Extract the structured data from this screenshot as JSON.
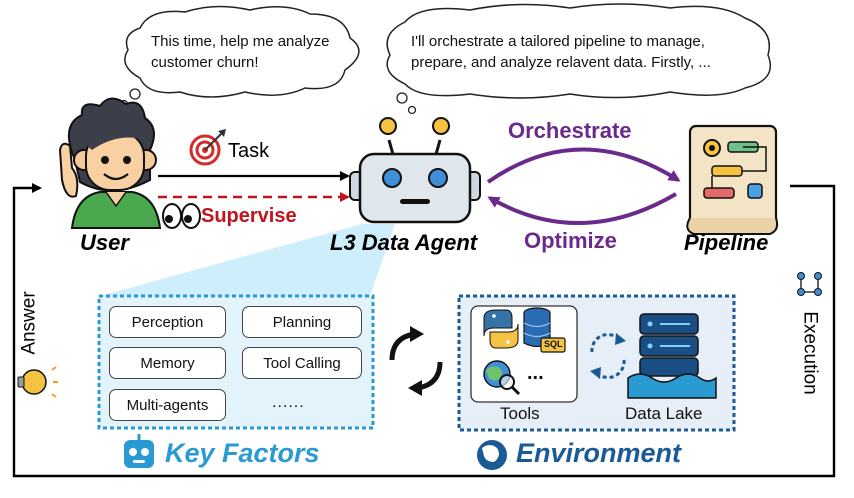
{
  "bubbles": {
    "user": [
      "This time, help me analyze",
      "customer churn!"
    ],
    "agent": [
      "I'll orchestrate a tailored pipeline to manage,",
      "prepare, and analyze relavent data. Firstly, ..."
    ]
  },
  "roles": {
    "user": "User",
    "agent": "L3 Data Agent",
    "pipeline": "Pipeline"
  },
  "edges": {
    "task": "Task",
    "supervise": "Supervise",
    "orchestrate": "Orchestrate",
    "optimize": "Optimize",
    "answer": "Answer",
    "execution": "Execution"
  },
  "key_factors": {
    "title": "Key Factors",
    "items": [
      "Perception",
      "Planning",
      "Memory",
      "Tool Calling",
      "Multi-agents",
      "......"
    ]
  },
  "environment": {
    "title": "Environment",
    "tools_label": "Tools",
    "lake_label": "Data Lake",
    "sql_label": "SQL",
    "more": "..."
  },
  "colors": {
    "purple": "#6a2a8c",
    "red": "#c0141e",
    "blue": "#1a73b8",
    "panel_fill": "#e2f3fb",
    "env_fill": "#e6eef8"
  }
}
